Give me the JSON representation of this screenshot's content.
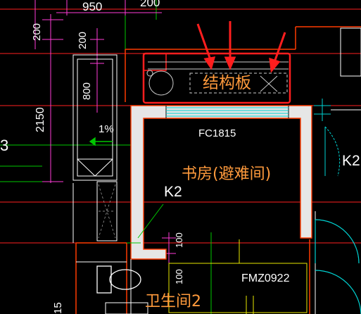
{
  "dimensions": {
    "dim_950": "950",
    "dim_200_top": "200",
    "dim_200_left_a": "200",
    "dim_200_left_b": "200",
    "dim_800": "800",
    "dim_2150": "2150",
    "dim_100_a": "100",
    "dim_100_b": "100",
    "dim_15": "15"
  },
  "labels": {
    "structural_slab": "结构板",
    "window_code": "FC1815",
    "room_study": "书房(避难间)",
    "k2_left": "K2",
    "k2_right": "K2",
    "slope": "1%",
    "door_code": "FMZ0922",
    "bathroom": "卫生间2",
    "axis_3": "3"
  },
  "colors": {
    "background": "#000000",
    "wall_fill": "#e6e6e6",
    "wall_outline": "#ff3b00",
    "dimension_magenta": "#ff3bd9",
    "annotation_red": "#ff1e1e",
    "axis_red": "#ff2020",
    "grid_green": "#00c800",
    "text_white": "#ffffff",
    "room_text": "#ff9a3c",
    "cyan": "#00d2d2",
    "yellow": "#e8e800"
  },
  "icons": [
    "arrow-pointer-icon",
    "floor-drain-icon",
    "toilet-icon",
    "door-swing-arc-icon"
  ]
}
